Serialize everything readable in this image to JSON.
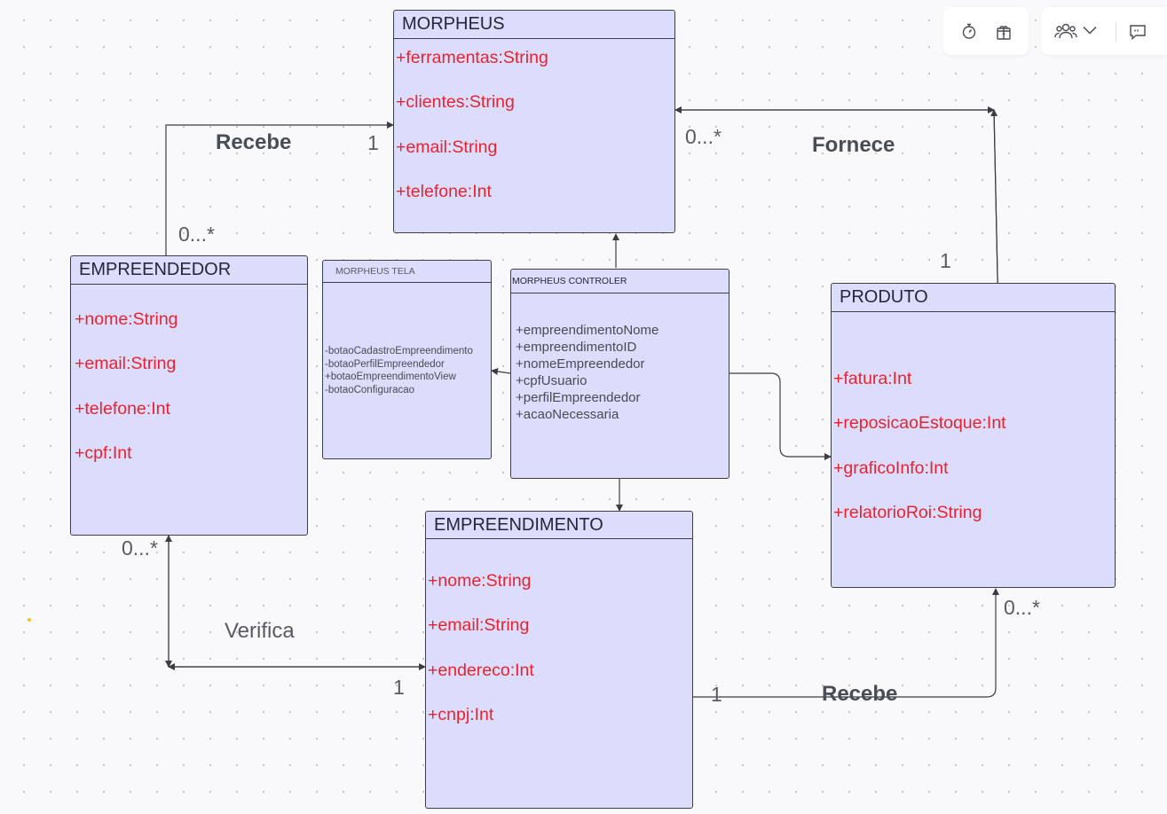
{
  "classes": {
    "morpheus": {
      "title": "MORPHEUS",
      "attrs": [
        "+ferramentas:String",
        "+clientes:String",
        "+email:String",
        "+telefone:Int"
      ]
    },
    "empreendedor": {
      "title": "EMPREENDEDOR",
      "attrs": [
        "+nome:String",
        "+email:String",
        "+telefone:Int",
        "+cpf:Int"
      ]
    },
    "morpheus_tela": {
      "title": "MORPHEUS TELA",
      "items": [
        "-botaoCadastroEmpreendimento",
        "-botaoPerfilEmpreendedor",
        "+botaoEmpreendimentoView",
        "-botaoConfiguracao"
      ]
    },
    "morpheus_controler": {
      "title": "MORPHEUS CONTROLER",
      "items": [
        "+empreendimentoNome",
        "+empreendimentoID",
        "+nomeEmpreendedor",
        "+cpfUsuario",
        "+perfilEmpreendedor",
        "+acaoNecessaria"
      ]
    },
    "produto": {
      "title": "PRODUTO",
      "attrs": [
        "+fatura:Int",
        "+reposicaoEstoque:Int",
        "+graficoInfo:Int",
        "+relatorioRoi:String"
      ]
    },
    "empreendimento": {
      "title": "EMPREENDIMENTO",
      "attrs": [
        "+nome:String",
        "+email:String",
        "+endereco:Int",
        "+cnpj:Int"
      ]
    }
  },
  "relations": {
    "recebe_top": "Recebe",
    "fornece": "Fornece",
    "verifica": "Verifica",
    "recebe_bottom": "Recebe"
  },
  "multiplicities": {
    "morpheus_recebe": "1",
    "empreendedor_recebe": "0...*",
    "morpheus_fornece": "0...*",
    "produto_fornece": "1",
    "empreendedor_verifica": "0...*",
    "empreendimento_verifica": "1",
    "empreendimento_recebe": "1",
    "produto_recebe": "0...*"
  },
  "toolbar": {
    "icons": [
      "timer-icon",
      "gift-icon",
      "collaborators-icon",
      "chevron-down-icon",
      "comment-icon"
    ]
  }
}
